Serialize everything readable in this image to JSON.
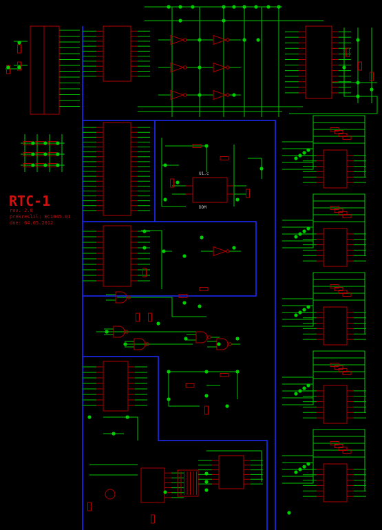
{
  "title_block": {
    "title": "RTC-1",
    "lines": [
      "rev. 2.0",
      "prekreslil: EC1045.01",
      "dne: 04.05.2012"
    ]
  },
  "part_labels": [
    "U1.c",
    "DDM"
  ],
  "colors": {
    "background": "#000000",
    "wires": "#00c800",
    "bus": "#1c2cff",
    "components": "#b00000",
    "text": "#c01010"
  }
}
